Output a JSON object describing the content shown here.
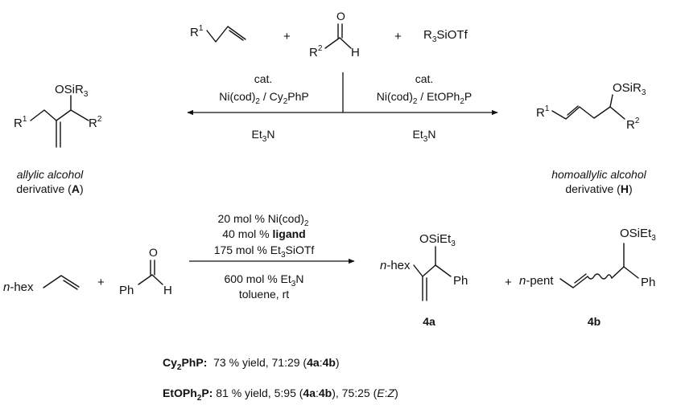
{
  "reaction1": {
    "reactants": {
      "alkene_r": "R",
      "alkene_r_sup": "1",
      "plus1": "+",
      "aldehyde_o": "O",
      "aldehyde_r": "R",
      "aldehyde_r_sup": "2",
      "aldehyde_h": "H",
      "plus2": "+",
      "silyl_r": "R",
      "silyl_r_sub": "3",
      "silyl_rest": "SiOTf"
    },
    "left_conditions": {
      "cat": "cat.",
      "catalyst_main": "Ni(cod)",
      "catalyst_sub": "2",
      "catalyst_sep": " / Cy",
      "ligand_sub": "2",
      "ligand_rest": "PhP",
      "base_main": "Et",
      "base_sub": "3",
      "base_rest": "N"
    },
    "right_conditions": {
      "cat": "cat.",
      "catalyst_main": "Ni(cod)",
      "catalyst_sub": "2",
      "catalyst_sep": " / EtOPh",
      "ligand_sub": "2",
      "ligand_rest": "P",
      "base_main": "Et",
      "base_sub": "3",
      "base_rest": "N"
    },
    "product_a": {
      "osi": "OSiR",
      "osi_sub": "3",
      "r1": "R",
      "r1_sup": "1",
      "r2": "R",
      "r2_sup": "2",
      "caption_italic": "allylic alcohol",
      "caption_pre": "derivative (",
      "caption_bold": "A",
      "caption_post": ")"
    },
    "product_h": {
      "osi": "OSiR",
      "osi_sub": "3",
      "r1": "R",
      "r1_sup": "1",
      "r2": "R",
      "r2_sup": "2",
      "caption_italic": "homoallylic alcohol",
      "caption_pre": "derivative (",
      "caption_bold": "H",
      "caption_post": ")"
    }
  },
  "reaction2": {
    "alkene_prefix": "n",
    "alkene_rest": "-hex",
    "plus1": "+",
    "aldehyde_o": "O",
    "aldehyde_ph": "Ph",
    "aldehyde_h": "H",
    "conditions": {
      "line1_pre": "20 mol % Ni(cod)",
      "line1_sub": "2",
      "line2_pre": "40 mol % ",
      "line2_bold": "ligand",
      "line3_pre": "175 mol % Et",
      "line3_sub": "3",
      "line3_post": "SiOTf",
      "line4_pre": "600 mol % Et",
      "line4_sub": "3",
      "line4_post": "N",
      "line5": "toluene, rt"
    },
    "product_4a": {
      "osi": "OSiEt",
      "osi_sub": "3",
      "hex_prefix": "n",
      "hex_rest": "-hex",
      "ph": "Ph",
      "label": "4a"
    },
    "plus2": "+",
    "product_4b": {
      "osi": "OSiEt",
      "osi_sub": "3",
      "pent_prefix": "n",
      "pent_rest": "-pent",
      "ph": "Ph",
      "label": "4b"
    }
  },
  "results": [
    {
      "ligand_main": "Cy",
      "ligand_sub": "2",
      "ligand_rest": "PhP:",
      "yield_text": "  73 % yield, 71:29 (",
      "ratio_a": "4a",
      "colon": ":",
      "ratio_b": "4b",
      "close": ")",
      "ez_pre": "",
      "ez_e": "",
      "ez_colon": "",
      "ez_z": "",
      "ez_close": ""
    },
    {
      "ligand_main": "EtOPh",
      "ligand_sub": "2",
      "ligand_rest": "P:",
      "yield_text": " 81 % yield, 5:95 (",
      "ratio_a": "4a",
      "colon": ":",
      "ratio_b": "4b",
      "close": "),",
      "ez_pre": " 75:25 (",
      "ez_e": "E",
      "ez_colon": ":",
      "ez_z": "Z",
      "ez_close": ")"
    }
  ]
}
